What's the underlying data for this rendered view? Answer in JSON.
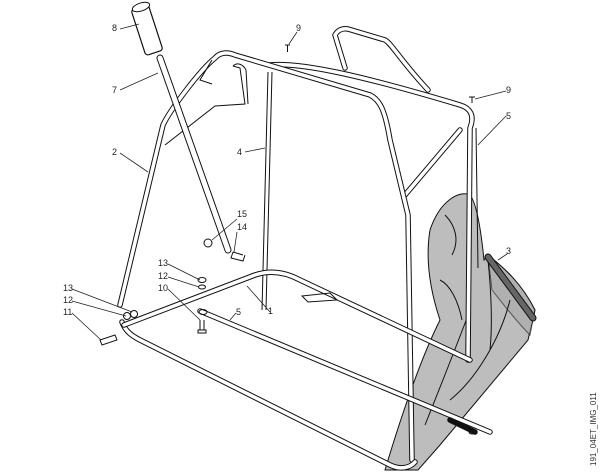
{
  "diagram": {
    "type": "exploded-parts-diagram",
    "subject": "grass catcher frame assembly",
    "image_code": "191_04ET_IMG_011",
    "callouts": [
      {
        "id": "c8",
        "label": "8",
        "part": "handle grip"
      },
      {
        "id": "c7",
        "label": "7",
        "part": "handle rod"
      },
      {
        "id": "c2",
        "label": "2",
        "part": "front frame"
      },
      {
        "id": "c4",
        "label": "4",
        "part": "rear frame"
      },
      {
        "id": "c9a",
        "label": "9",
        "part": "screw (top)"
      },
      {
        "id": "c9b",
        "label": "9",
        "part": "screw (right)"
      },
      {
        "id": "c5a",
        "label": "5",
        "part": "side rail (right)"
      },
      {
        "id": "c3",
        "label": "3",
        "part": "bag lip bar"
      },
      {
        "id": "c15",
        "label": "15",
        "part": "nut"
      },
      {
        "id": "c14",
        "label": "14",
        "part": "bolt"
      },
      {
        "id": "c13a",
        "label": "13",
        "part": "nut"
      },
      {
        "id": "c12a",
        "label": "12",
        "part": "washer"
      },
      {
        "id": "c10",
        "label": "10",
        "part": "bolt"
      },
      {
        "id": "c13b",
        "label": "13",
        "part": "nut"
      },
      {
        "id": "c12b",
        "label": "12",
        "part": "washer"
      },
      {
        "id": "c11",
        "label": "11",
        "part": "bolt"
      },
      {
        "id": "c1",
        "label": "1",
        "part": "bottom frame"
      },
      {
        "id": "c5b",
        "label": "5",
        "part": "side rail (bottom)"
      }
    ]
  }
}
